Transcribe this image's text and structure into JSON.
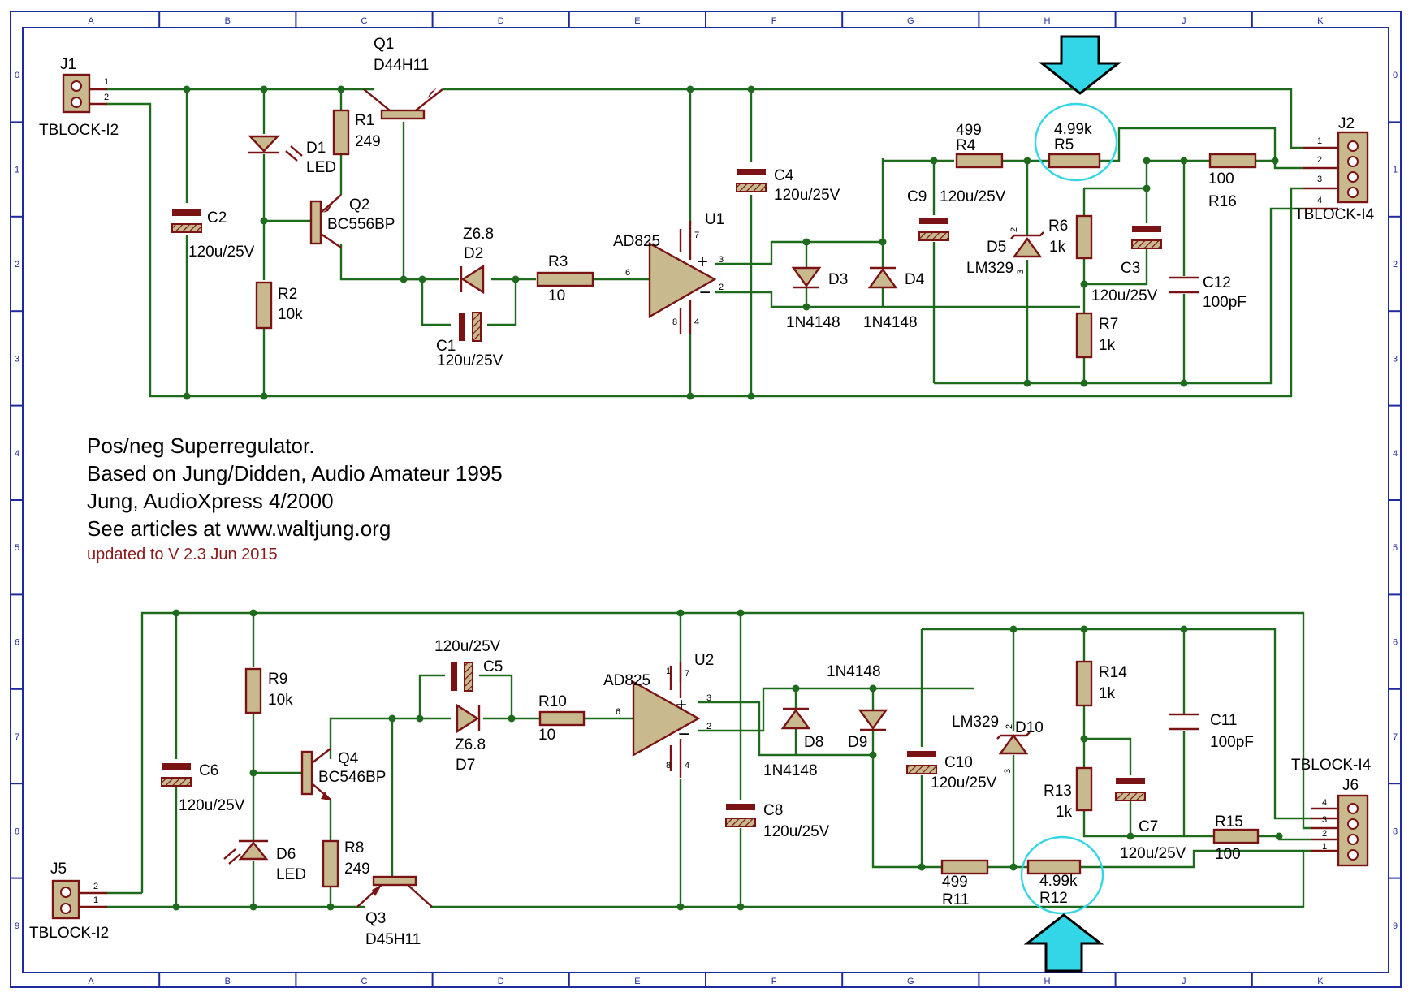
{
  "frame": {
    "columns": [
      "A",
      "B",
      "C",
      "D",
      "E",
      "F",
      "G",
      "H",
      "J",
      "K"
    ],
    "rows": [
      "0",
      "1",
      "2",
      "3",
      "4",
      "5",
      "6",
      "7",
      "8",
      "9"
    ]
  },
  "notes": {
    "line1": "Pos/neg Superregulator.",
    "line2": "Based on Jung/Didden, Audio Amateur 1995",
    "line3": "Jung, AudioXpress 4/2000",
    "line4": "See articles at www.waltjung.org",
    "update": "updated to V 2.3 Jun 2015"
  },
  "colors": {
    "wire": "#1e6b1e",
    "component": "#7a1414",
    "component_fill": "#c9b98f",
    "frame": "#1f2a9c",
    "highlight": "#33d6e6"
  },
  "upper": {
    "J1": {
      "ref": "J1",
      "value": "TBLOCK-I2",
      "pins": [
        "1",
        "2"
      ]
    },
    "J2": {
      "ref": "J2",
      "value": "TBLOCK-I4",
      "pins": [
        "1",
        "2",
        "3",
        "4"
      ]
    },
    "Q1": {
      "ref": "Q1",
      "value": "D44H11"
    },
    "Q2": {
      "ref": "Q2",
      "value": "BC556BP"
    },
    "R1": {
      "ref": "R1",
      "value": "249"
    },
    "R2": {
      "ref": "R2",
      "value": "10k"
    },
    "R3": {
      "ref": "R3",
      "value": "10"
    },
    "R4": {
      "ref": "R4",
      "value": "499"
    },
    "R5": {
      "ref": "R5",
      "value": "4.99k"
    },
    "R6": {
      "ref": "R6",
      "value": "1k"
    },
    "R7": {
      "ref": "R7",
      "value": "1k"
    },
    "R16": {
      "ref": "R16",
      "value": "100"
    },
    "D1": {
      "ref": "D1",
      "value": "LED"
    },
    "D2": {
      "ref": "D2",
      "value": "Z6.8"
    },
    "D3": {
      "ref": "D3",
      "value": "1N4148"
    },
    "D4": {
      "ref": "D4",
      "value": "1N4148"
    },
    "D5": {
      "ref": "D5",
      "value": "LM329",
      "pins": [
        "2",
        "3"
      ]
    },
    "C1": {
      "ref": "C1",
      "value": "120u/25V"
    },
    "C2": {
      "ref": "C2",
      "value": "120u/25V"
    },
    "C3": {
      "ref": "C3",
      "value": "120u/25V"
    },
    "C4": {
      "ref": "C4",
      "value": "120u/25V"
    },
    "C9": {
      "ref": "C9",
      "value": "120u/25V"
    },
    "C12": {
      "ref": "C12",
      "value": "100pF"
    },
    "U1": {
      "ref": "U1",
      "value": "AD825",
      "pins": [
        "3",
        "2",
        "6",
        "7",
        "4",
        "8"
      ]
    }
  },
  "lower": {
    "J5": {
      "ref": "J5",
      "value": "TBLOCK-I2",
      "pins": [
        "2",
        "1"
      ]
    },
    "J6": {
      "ref": "J6",
      "value": "TBLOCK-I4",
      "pins": [
        "4",
        "3",
        "2",
        "1"
      ]
    },
    "Q3": {
      "ref": "Q3",
      "value": "D45H11"
    },
    "Q4": {
      "ref": "Q4",
      "value": "BC546BP"
    },
    "R8": {
      "ref": "R8",
      "value": "249"
    },
    "R9": {
      "ref": "R9",
      "value": "10k"
    },
    "R10": {
      "ref": "R10",
      "value": "10"
    },
    "R11": {
      "ref": "R11",
      "value": "499"
    },
    "R12": {
      "ref": "R12",
      "value": "4.99k"
    },
    "R13": {
      "ref": "R13",
      "value": "1k"
    },
    "R14": {
      "ref": "R14",
      "value": "1k"
    },
    "R15": {
      "ref": "R15",
      "value": "100"
    },
    "D6": {
      "ref": "D6",
      "value": "LED"
    },
    "D7": {
      "ref": "D7",
      "value": "Z6.8"
    },
    "D8": {
      "ref": "D8",
      "value": "1N4148"
    },
    "D9": {
      "ref": "D9",
      "value": "1N4148"
    },
    "D10": {
      "ref": "D10",
      "value": "LM329",
      "pins": [
        "2",
        "3"
      ]
    },
    "C5": {
      "ref": "C5",
      "value": "120u/25V"
    },
    "C6": {
      "ref": "C6",
      "value": "120u/25V"
    },
    "C7": {
      "ref": "C7",
      "value": "120u/25V"
    },
    "C8": {
      "ref": "C8",
      "value": "120u/25V"
    },
    "C10": {
      "ref": "C10",
      "value": "120u/25V"
    },
    "C11": {
      "ref": "C11",
      "value": "100pF"
    },
    "U2": {
      "ref": "U2",
      "value": "AD825",
      "pins": [
        "3",
        "2",
        "6",
        "1",
        "7",
        "8",
        "4"
      ]
    }
  }
}
